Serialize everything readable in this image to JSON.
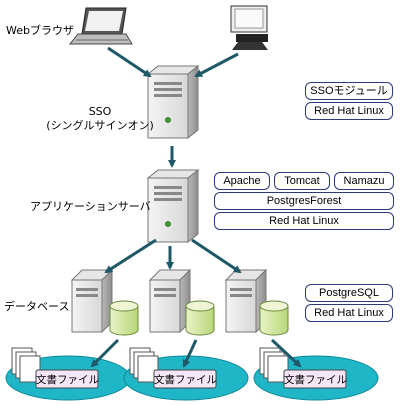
{
  "labels": {
    "web_browser": "Webブラウザ",
    "sso_line1": "SSO",
    "sso_line2": "(シングルサインオン)",
    "app_server": "アプリケーションサーバ",
    "database": "データベース"
  },
  "sso_stack": {
    "module": "SSOモジュール",
    "os": "Red Hat Linux"
  },
  "app_stack": {
    "apache": "Apache",
    "tomcat": "Tomcat",
    "namazu": "Namazu",
    "forest": "PostgresForest",
    "os": "Red Hat Linux"
  },
  "db_stack": {
    "db": "PostgreSQL",
    "os": "Red Hat Linux"
  },
  "documents": [
    "文書ファイル",
    "文書ファイル",
    "文書ファイル"
  ],
  "colors": {
    "arrow": "#1f5968",
    "box_border": "#2a3a7a",
    "doc_ellipse": "#1fb7c8",
    "doc_label_bg": "#f5e6f8",
    "cylinder": "#d6e9a8"
  }
}
